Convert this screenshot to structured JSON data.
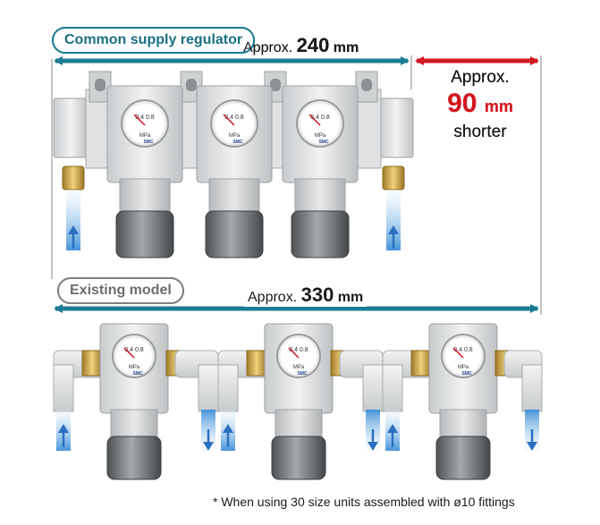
{
  "top": {
    "label": "Common supply regulator",
    "dimension_prefix": "Approx.",
    "dimension_value": "240",
    "dimension_unit": "mm",
    "reduction_prefix": "Approx.",
    "reduction_value": "90",
    "reduction_unit": "mm",
    "reduction_suffix": "shorter"
  },
  "bottom": {
    "label": "Existing model",
    "dimension_prefix": "Approx.",
    "dimension_value": "330",
    "dimension_unit": "mm"
  },
  "gauge": {
    "scale_text": "0.4 0.8",
    "unit": "MPa",
    "brand": "SMC"
  },
  "footnote": "* When using 30 size units assembled with ø10 fittings",
  "colors": {
    "teal": "#1a7d93",
    "red": "#d31820",
    "gray": "#7f7f7f",
    "water_blue": "#3a8fd6"
  }
}
